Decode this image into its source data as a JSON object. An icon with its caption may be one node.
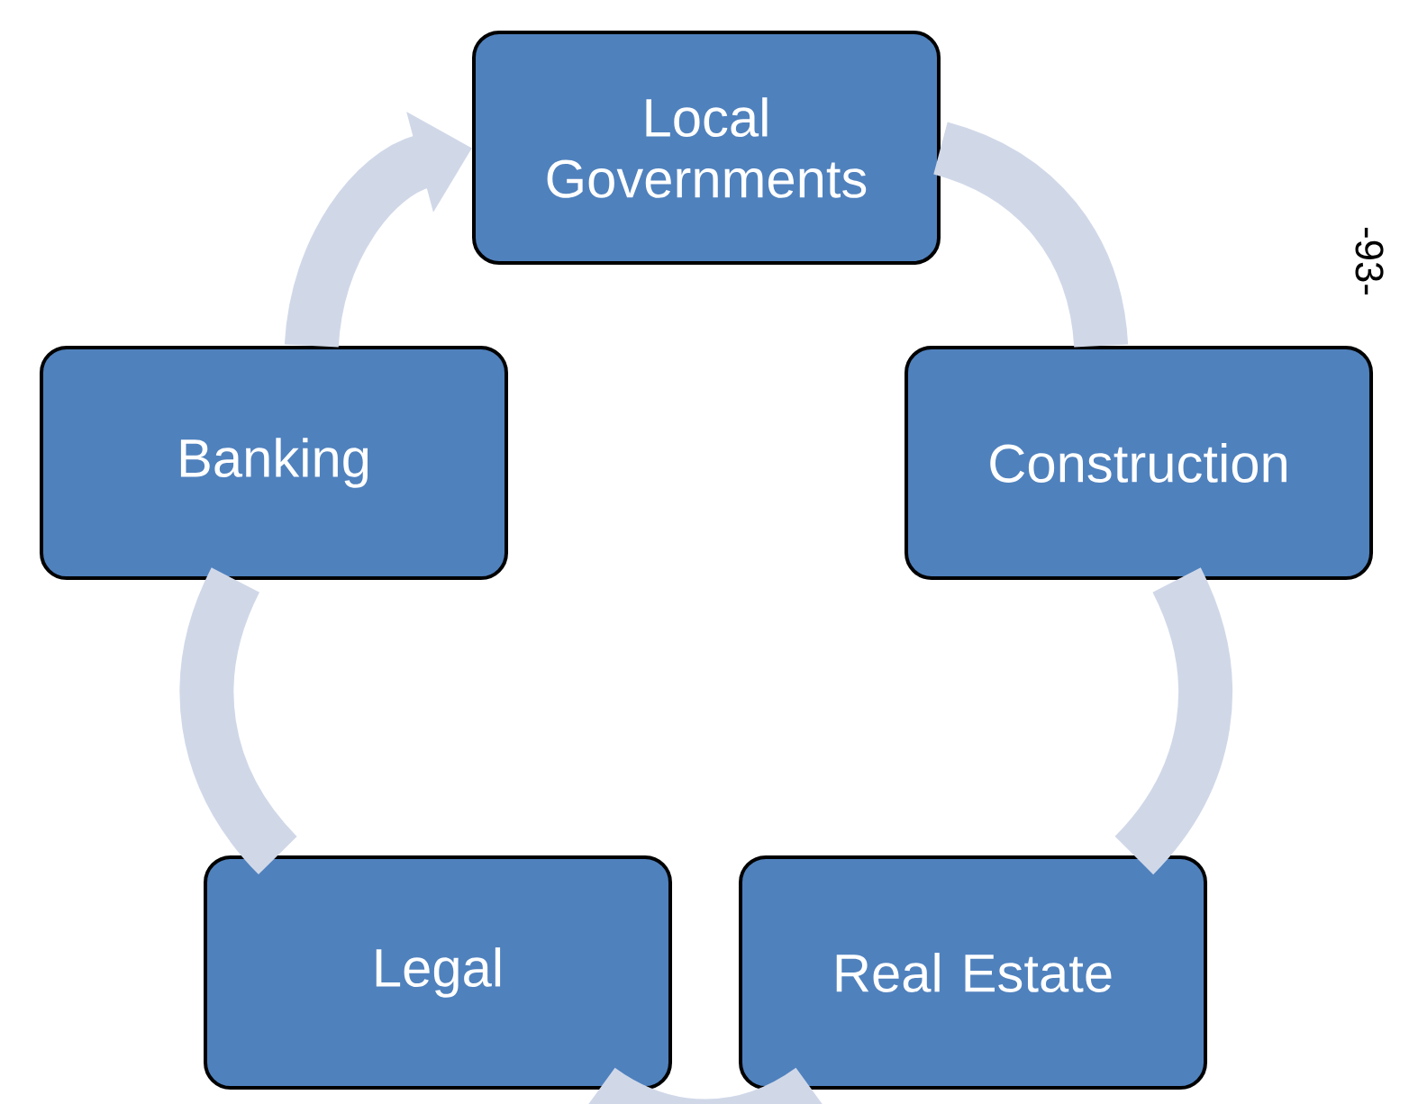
{
  "diagram": {
    "nodes": [
      {
        "text": [
          "Local Governments"
        ]
      },
      {
        "text": [
          "Construction"
        ]
      },
      {
        "text": [
          "Real Estate"
        ]
      },
      {
        "text": [
          "Legal"
        ]
      },
      {
        "text": [
          "Banking"
        ]
      }
    ],
    "edges": [
      {
        "from": 0,
        "to": 1,
        "arrow": "none"
      },
      {
        "from": 1,
        "to": 2,
        "arrow": "none"
      },
      {
        "from": 2,
        "to": 3,
        "arrow": "none"
      },
      {
        "from": 3,
        "to": 4,
        "arrow": "none"
      },
      {
        "from": 4,
        "to": 0,
        "arrow": "to"
      }
    ],
    "labels": [
      "-93-"
    ]
  }
}
